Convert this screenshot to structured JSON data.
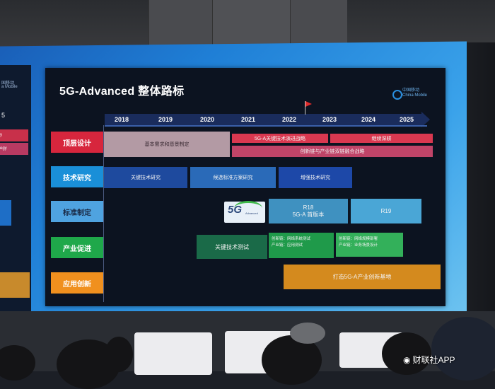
{
  "slide": {
    "title": "5G-Advanced 整体路标",
    "logo_text": "中国移动",
    "logo_sub": "China Mobile"
  },
  "timeline": {
    "years": [
      "2018",
      "2019",
      "2020",
      "2021",
      "2022",
      "2023",
      "2024",
      "2025"
    ]
  },
  "categories": [
    "顶层设计",
    "技术研究",
    "标准制定",
    "产业促进",
    "应用创新"
  ],
  "bars": {
    "requirements": "基本需求和愿景制定",
    "key_strategy": "5G-A关键技术演进战略",
    "evolution": "继续深耕",
    "chain": "创新链与产业链双链融合战略",
    "key_research": "关键技术研究",
    "candidate": "候选标准方案研究",
    "enhance": "增强技术研究",
    "r18_line1": "R18",
    "r18_line2": "5G-A 首版本",
    "r19": "R19",
    "test": "关键技术测试",
    "ind1_line1": "创新链：网络系统测试",
    "ind1_line2": "产业链：应用测试",
    "ind2_line1": "创新链：网络规模部署",
    "ind2_line2": "产业链：业务场景设计",
    "base": "打造5G-A产业创新基地"
  },
  "logo_5g": {
    "big": "5G",
    "small": "Advanced"
  },
  "left_panel": {
    "logo": "国移动",
    "logo_sub": "a Mobile",
    "year_fragment": "5",
    "t1": "y",
    "t2": "egy"
  },
  "watermark": {
    "text": "财联社APP",
    "icon": "weibo-icon"
  },
  "colors": {
    "top_design": "#d7263d",
    "research": "#1a8fd8",
    "standard": "#4fa3e0",
    "industry": "#1fa84a",
    "application": "#f0901e"
  }
}
